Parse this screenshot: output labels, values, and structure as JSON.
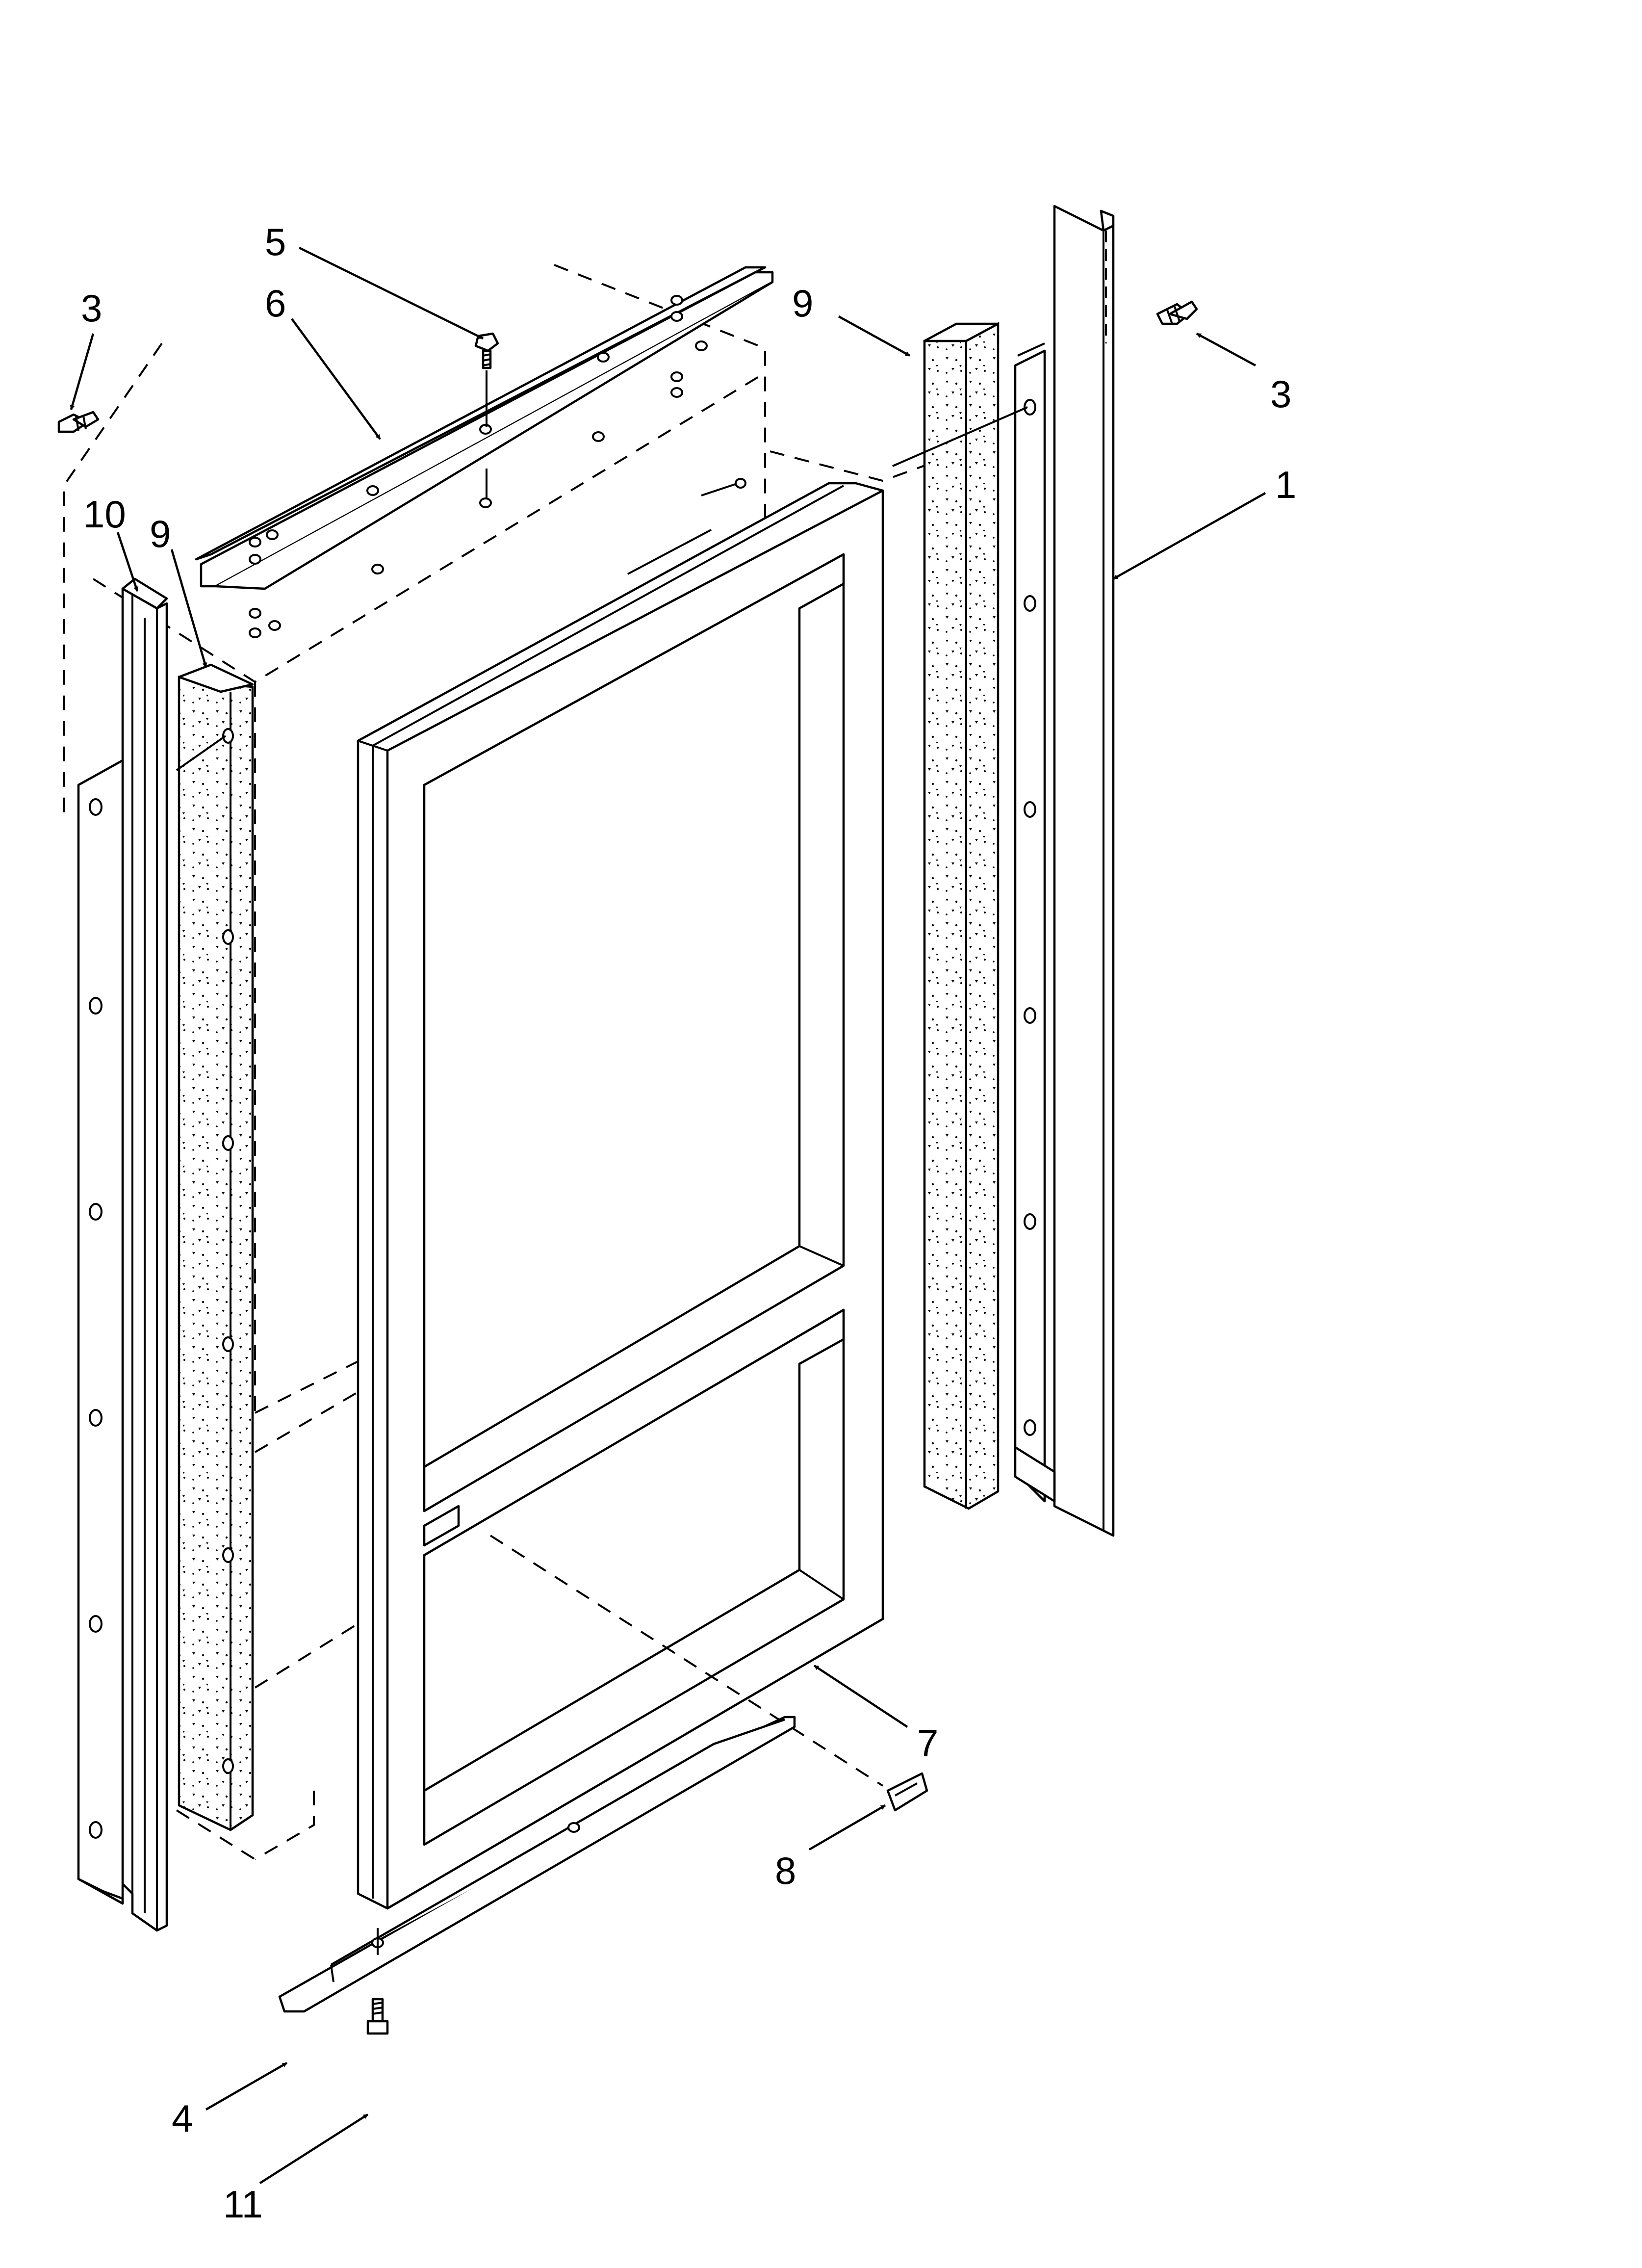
{
  "diagram": {
    "callouts": [
      {
        "key": "c1",
        "text": "1"
      },
      {
        "key": "c3_left",
        "text": "3"
      },
      {
        "key": "c3_right",
        "text": "3"
      },
      {
        "key": "c4",
        "text": "4"
      },
      {
        "key": "c5",
        "text": "5"
      },
      {
        "key": "c6",
        "text": "6"
      },
      {
        "key": "c7",
        "text": "7"
      },
      {
        "key": "c8",
        "text": "8"
      },
      {
        "key": "c9_left",
        "text": "9"
      },
      {
        "key": "c9_right",
        "text": "9"
      },
      {
        "key": "c10",
        "text": "10"
      },
      {
        "key": "c11",
        "text": "11"
      }
    ]
  },
  "colors": {
    "line": "#000000",
    "background": "#ffffff"
  }
}
